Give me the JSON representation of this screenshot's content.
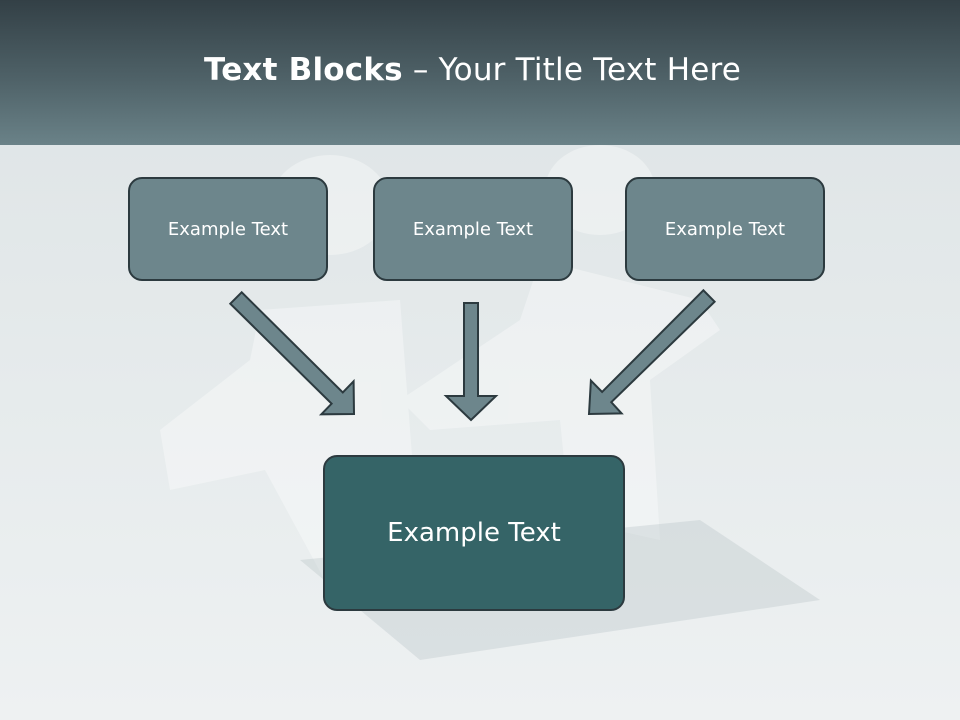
{
  "slide": {
    "title_bold": "Text Blocks",
    "title_dash": " – ",
    "title_rest": "Your Title Text Here"
  },
  "boxes": {
    "top": [
      "Example Text",
      "Example Text",
      "Example Text"
    ],
    "bottom": "Example Text"
  },
  "colors": {
    "header_dark": "#334046",
    "top_box_fill": "#6d868c",
    "bottom_box_fill": "#356467",
    "border": "#2c3a3f",
    "arrow_fill": "#6d868c"
  }
}
